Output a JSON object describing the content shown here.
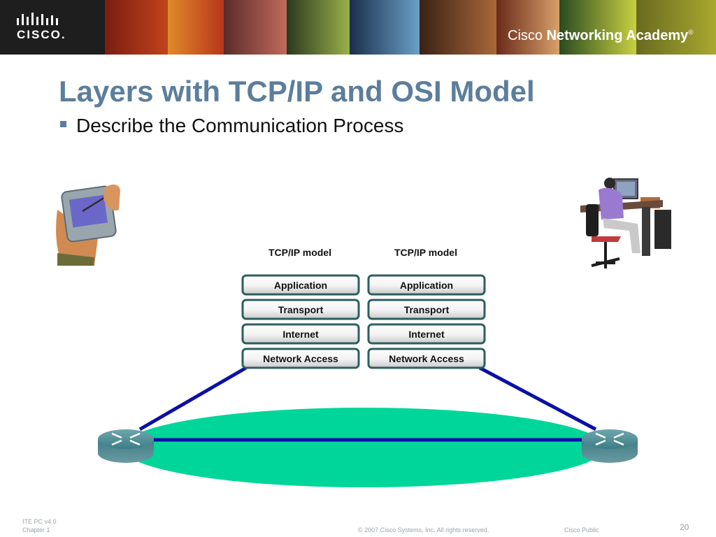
{
  "header": {
    "logo_text": "CISCO.",
    "academy_brand": "Cisco",
    "academy_name": "Networking Academy",
    "academy_mark": "®"
  },
  "slide": {
    "title": "Layers with TCP/IP and OSI Model",
    "bullet": "Describe the Communication Process"
  },
  "diagram": {
    "left_stack": {
      "heading": "TCP/IP model",
      "layers": [
        "Application",
        "Transport",
        "Internet",
        "Network Access"
      ]
    },
    "right_stack": {
      "heading": "TCP/IP model",
      "layers": [
        "Application",
        "Transport",
        "Internet",
        "Network Access"
      ]
    },
    "link_color": "#0a10a6",
    "network_color": "#00d69a"
  },
  "footer": {
    "course": "ITE PC v4.0",
    "chapter": "Chapter 1",
    "copyright": "© 2007 Cisco Systems, Inc. All rights reserved.",
    "classification": "Cisco Public",
    "page": "20"
  },
  "colors": {
    "title": "#5b7e9c",
    "layer_border": "#2e5e60",
    "router": "#4e8a93"
  }
}
